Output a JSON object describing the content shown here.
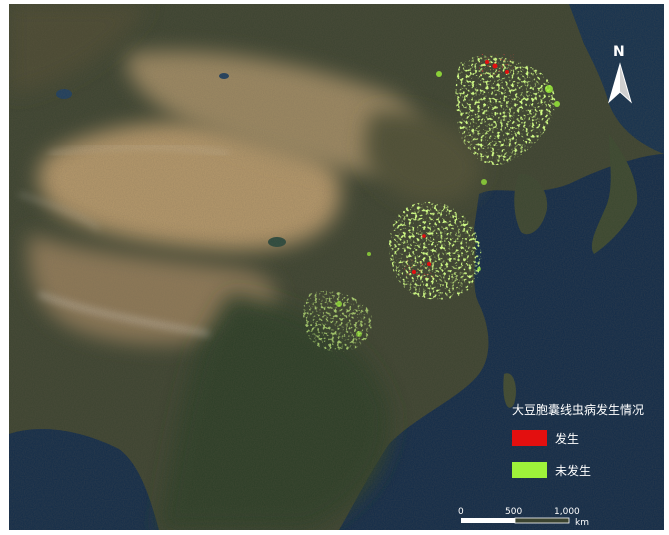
{
  "map": {
    "north_label": "N",
    "legend": {
      "title": "大豆胞囊线虫病发生情况",
      "items": [
        {
          "label": "发生",
          "color": "#e30f0f"
        },
        {
          "label": "未发生",
          "color": "#9ef23a"
        }
      ]
    },
    "scale_bar": {
      "ticks": [
        "0",
        "500",
        "1,000"
      ],
      "unit": "km"
    },
    "colors": {
      "occurred": "#e30f0f",
      "not_occurred": "#9ef23a",
      "ocean": "#0f2a4a",
      "desert": "#b79a6c",
      "vegetation": "#34432a"
    }
  }
}
